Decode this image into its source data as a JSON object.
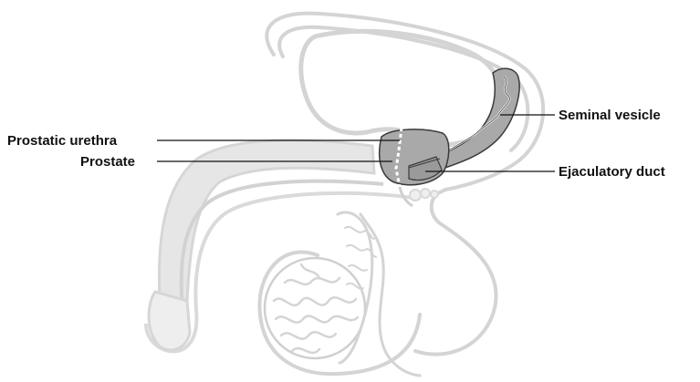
{
  "labels": {
    "prostatic_urethra": "Prostatic urethra",
    "prostate": "Prostate",
    "seminal_vesicle": "Seminal vesicle",
    "ejaculatory_duct": "Ejaculatory duct"
  },
  "colors": {
    "anatomy_outline": "#d6d6d6",
    "anatomy_fill": "#e9e9e9",
    "anatomy_fill_light": "#f3f3f3",
    "highlight_fill": "#a9a9a9",
    "highlight_stroke": "#3a3a3a",
    "leader_line": "#111111",
    "text": "#111111"
  }
}
